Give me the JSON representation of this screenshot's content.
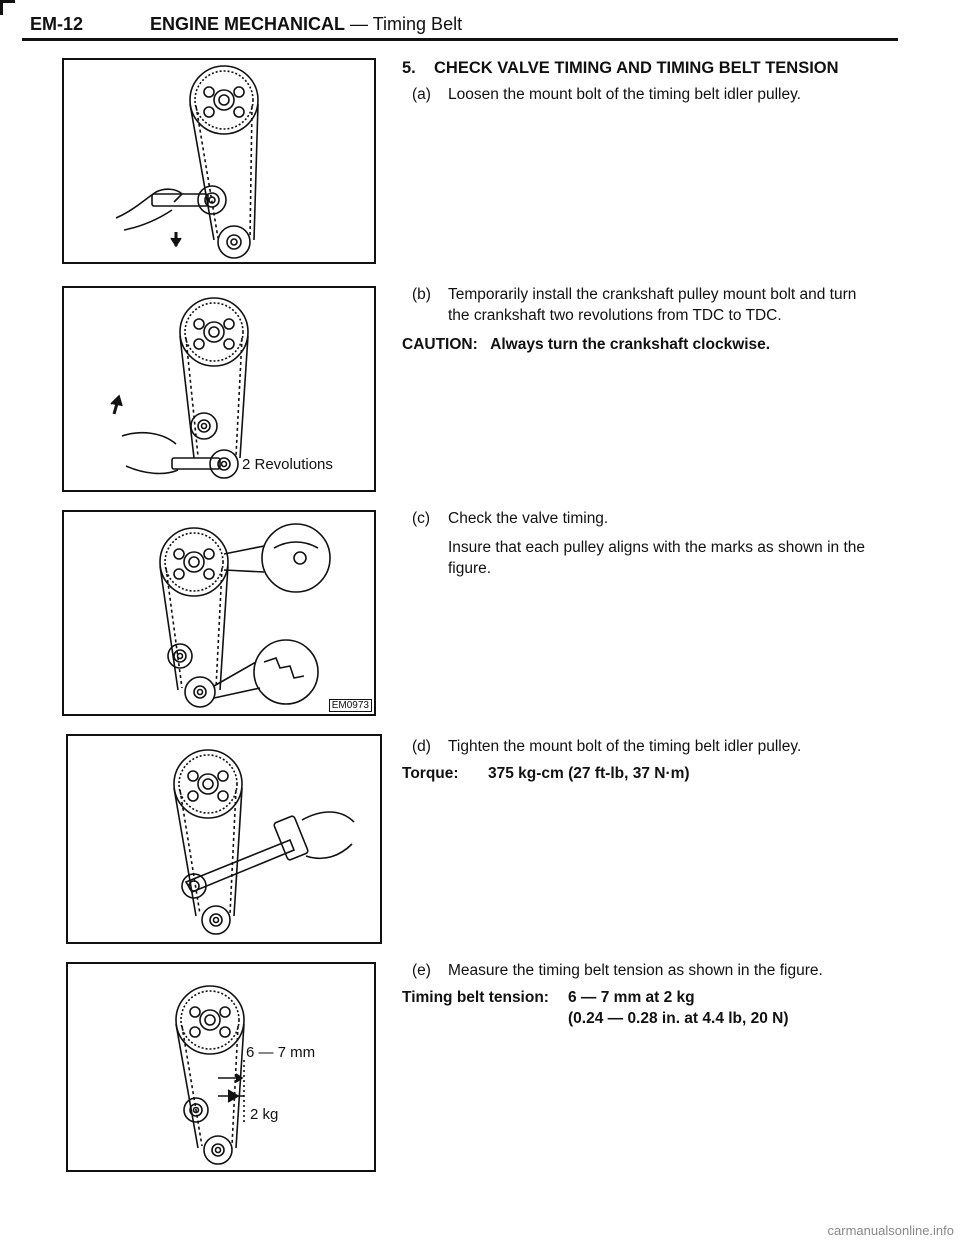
{
  "header": {
    "page_number": "EM-12",
    "section": "ENGINE MECHANICAL",
    "separator": "—",
    "topic": "Timing Belt"
  },
  "section": {
    "number": "5.",
    "title": "CHECK VALVE TIMING AND TIMING BELT TENSION"
  },
  "steps": {
    "a": {
      "label": "(a)",
      "text": "Loosen the mount bolt of the timing belt idler pulley."
    },
    "b": {
      "label": "(b)",
      "text": "Temporarily install the crankshaft pulley mount bolt and turn the crankshaft two revolutions from TDC to TDC.",
      "caution_label": "CAUTION:",
      "caution_text": "Always turn the crankshaft clockwise."
    },
    "c": {
      "label": "(c)",
      "text": "Check the valve timing.",
      "subtext": "Insure that each pulley aligns with the marks as shown in the figure."
    },
    "d": {
      "label": "(d)",
      "text": "Tighten the mount bolt of the timing belt idler pulley.",
      "spec_label": "Torque:",
      "spec_value": "375 kg-cm (27 ft-lb, 37 N·m)"
    },
    "e": {
      "label": "(e)",
      "text": "Measure the timing belt tension as shown in the figure.",
      "spec_label": "Timing belt tension:",
      "spec_value_1": "6 — 7 mm at 2 kg",
      "spec_value_2": "(0.24 — 0.28 in. at 4.4 lb, 20 N)"
    }
  },
  "figures": {
    "fig2_label": "2 Revolutions",
    "fig3_code": "EM0973",
    "fig5_label_1": "6 — 7 mm",
    "fig5_label_2": "2 kg"
  },
  "footer": {
    "watermark": "carmanualsonline.info"
  }
}
